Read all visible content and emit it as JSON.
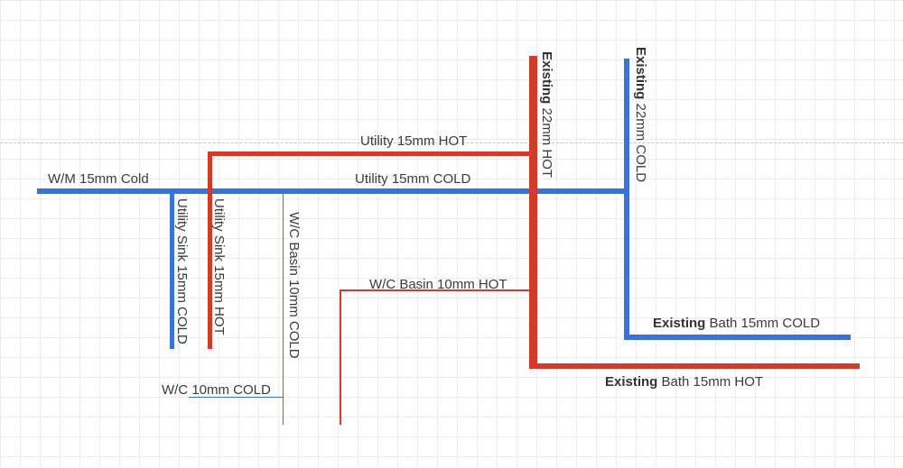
{
  "colors": {
    "hot": "#d33a2c",
    "cold": "#3a73d8",
    "guide": "#c8c8c8"
  },
  "labels": {
    "wm_cold": "W/M 15mm Cold",
    "utility_hot": "Utility 15mm HOT",
    "utility_cold": "Utility 15mm COLD",
    "sink_cold": "Utility Sink 15mm COLD",
    "sink_hot": "Utility Sink 15mm HOT",
    "wc_basin_cold": "W/C Basin 10mm COLD",
    "wc_basin_hot": "W/C Basin 10mm HOT",
    "wc_cold": "W/C 10mm COLD",
    "existing_word": "Existing",
    "existing_hot_main": "22mm HOT",
    "existing_cold_main": "22mm COLD",
    "bath_cold": "Bath 15mm COLD",
    "bath_hot": "Bath 15mm HOT"
  }
}
